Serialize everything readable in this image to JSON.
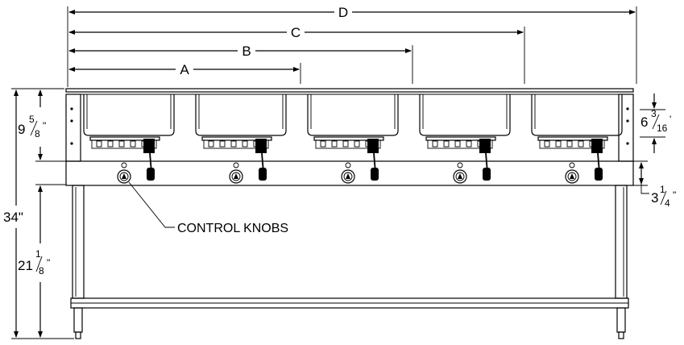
{
  "dimensions": {
    "a_label": "A",
    "b_label": "B",
    "c_label": "C",
    "d_label": "D",
    "top_height": {
      "whole": "9",
      "num": "5",
      "den": "8",
      "unit": "\""
    },
    "well_depth": {
      "whole": "6",
      "num": "3",
      "den": "16",
      "unit": "'"
    },
    "knob_panel": {
      "whole": "3",
      "num": "1",
      "den": "4",
      "unit": "\""
    },
    "leg_height": {
      "whole": "21",
      "num": "1",
      "den": "8",
      "unit": "\""
    },
    "overall_height": "34\""
  },
  "callout": {
    "label": "CONTROL KNOBS"
  },
  "units": {
    "well_count": 5
  }
}
